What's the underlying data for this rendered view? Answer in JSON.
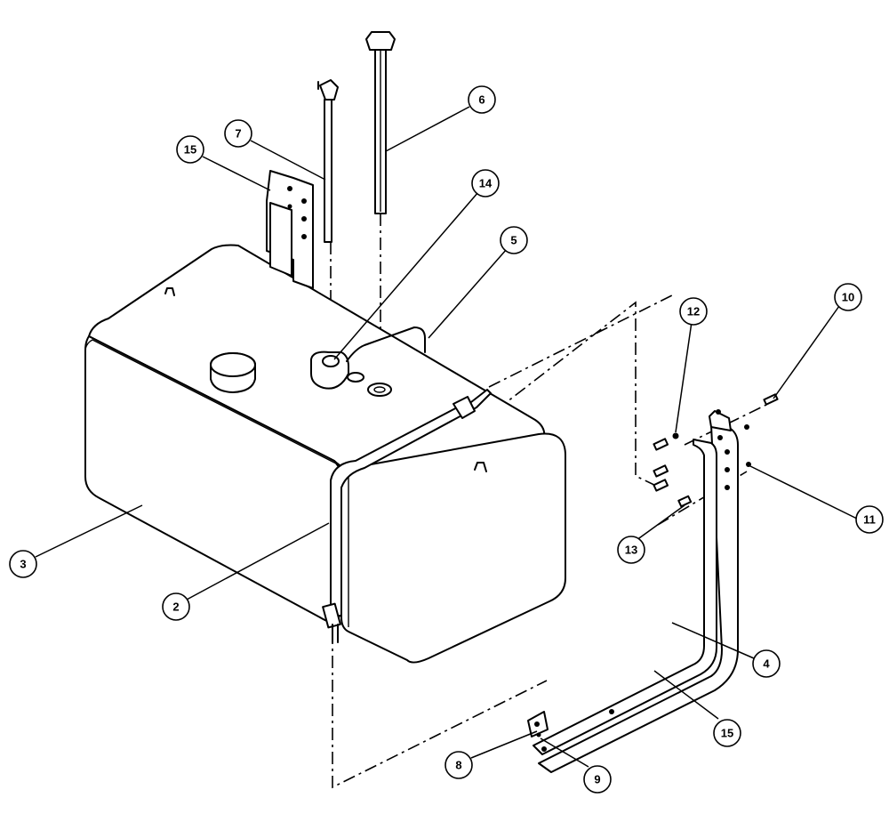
{
  "diagram": {
    "callouts": [
      {
        "id": "callout-3",
        "label": "3"
      },
      {
        "id": "callout-2",
        "label": "2"
      },
      {
        "id": "callout-15-top",
        "label": "15"
      },
      {
        "id": "callout-7",
        "label": "7"
      },
      {
        "id": "callout-6",
        "label": "6"
      },
      {
        "id": "callout-14",
        "label": "14"
      },
      {
        "id": "callout-5",
        "label": "5"
      },
      {
        "id": "callout-12",
        "label": "12"
      },
      {
        "id": "callout-10",
        "label": "10"
      },
      {
        "id": "callout-11",
        "label": "11"
      },
      {
        "id": "callout-13",
        "label": "13"
      },
      {
        "id": "callout-4",
        "label": "4"
      },
      {
        "id": "callout-15-bottom",
        "label": "15"
      },
      {
        "id": "callout-8",
        "label": "8"
      },
      {
        "id": "callout-9",
        "label": "9"
      }
    ]
  }
}
